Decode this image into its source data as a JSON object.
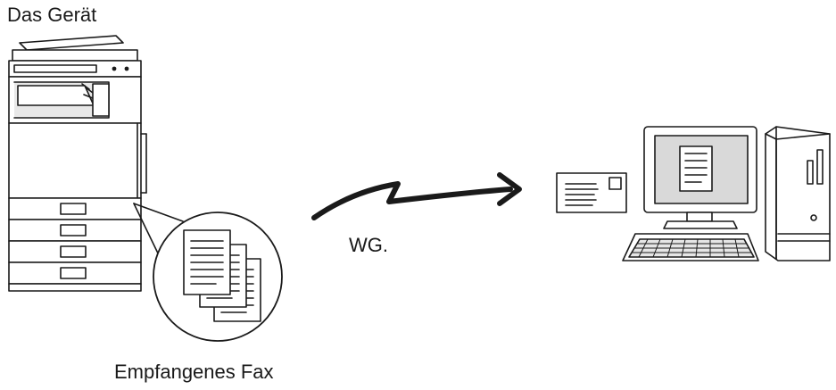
{
  "labels": {
    "device": "Das Gerät",
    "received_fax": "Empfangenes Fax",
    "network_short": "WG."
  },
  "icons": {
    "device": "multifunction-printer-icon",
    "received_fax": "fax-pages-icon",
    "transmission": "lightning-arrow-icon",
    "email": "envelope-icon",
    "computer": "desktop-computer-icon"
  },
  "colors": {
    "line": "#1a1a1a",
    "fill": "#ffffff",
    "shade": "#d9d9d9"
  }
}
